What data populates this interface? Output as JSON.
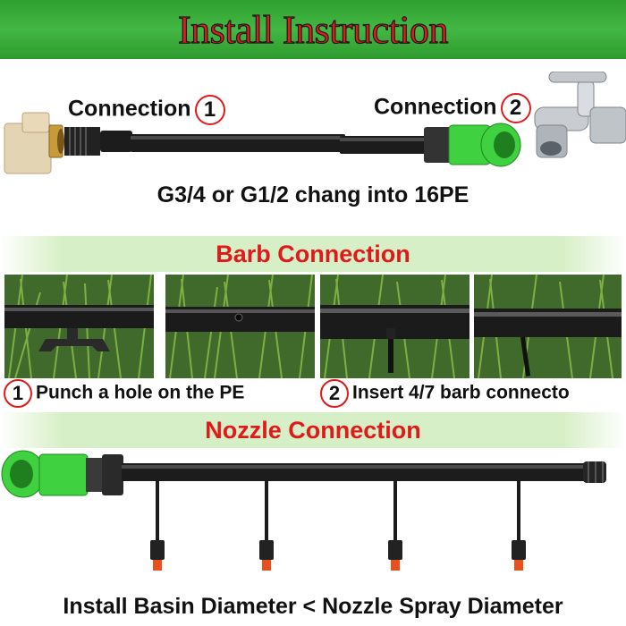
{
  "title": "Install Instruction",
  "connection1": {
    "label": "Connection",
    "number": "1"
  },
  "connection2": {
    "label": "Connection",
    "number": "2"
  },
  "thread_note": "G3/4 or G1/2 chang into 16PE",
  "barb": {
    "heading": "Barb Connection",
    "step1": {
      "number": "1",
      "text": "Punch a hole on the PE"
    },
    "step2": {
      "number": "2",
      "text": "Insert 4/7 barb connecto"
    }
  },
  "nozzle": {
    "heading": "Nozzle Connection",
    "footer": "Install Basin Diameter < Nozzle Spray Diameter"
  },
  "colors": {
    "banner_green": "#43b743",
    "title_red": "#e41b1b",
    "connector_green": "#3fd13f",
    "pipe_black": "#1c1c1c",
    "nozzle_orange": "#e8501e"
  }
}
